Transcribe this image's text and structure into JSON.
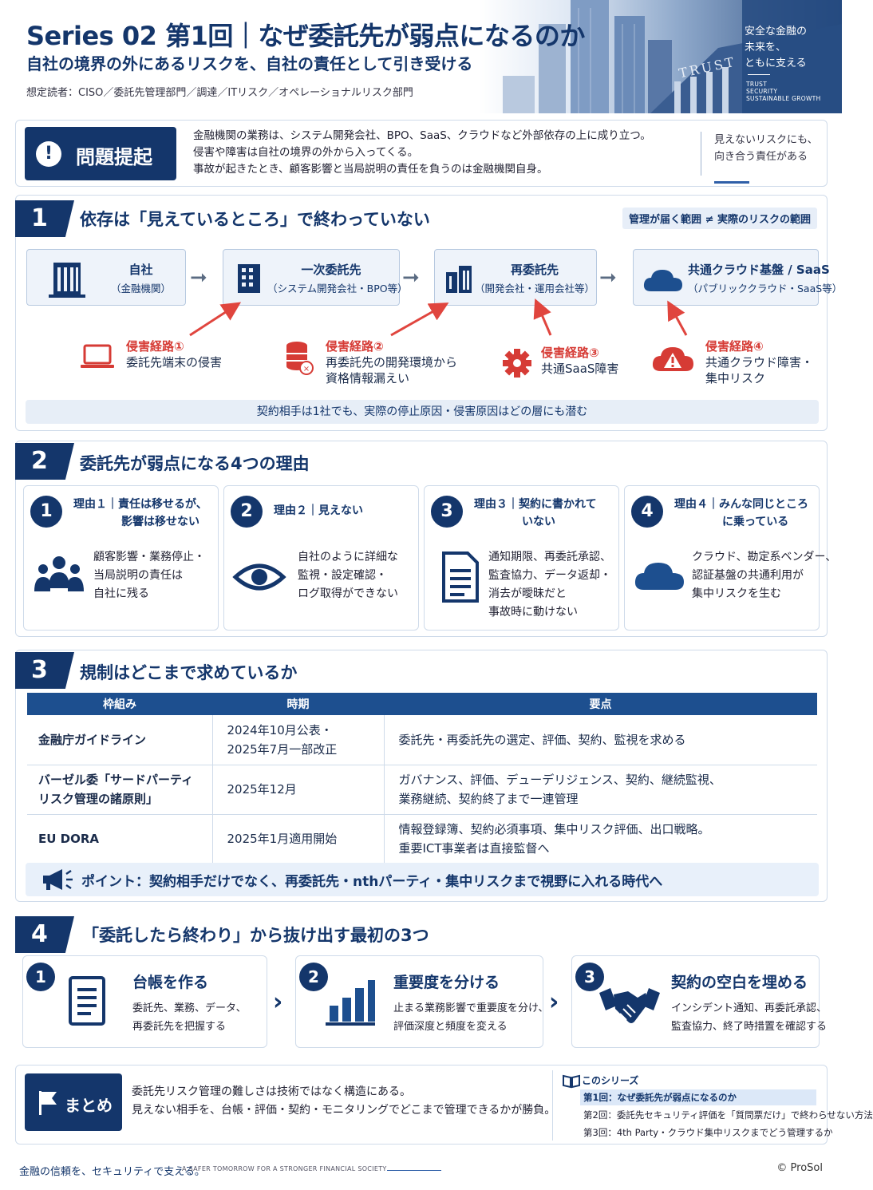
{
  "header": {
    "title": "Series 02 第1回｜なぜ委託先が弱点になるのか",
    "subtitle": "自社の境界の外にあるリスクを、自社の責任として引き受ける",
    "audience": "想定読者：CISO／委託先管理部門／調達／ITリスク／オペレーショナルリスク部門",
    "hero_tagline": [
      "安全な金融の",
      "未来を、",
      "ともに支える"
    ],
    "hero_small": [
      "TRUST",
      "SECURITY",
      "SUSTAINABLE GROWTH"
    ],
    "hero_building": "TRUST"
  },
  "problem": {
    "badge": "問題提起",
    "lines": [
      "金融機関の業務は、システム開発会社、BPO、SaaS、クラウドなど外部依存の上に成り立つ。",
      "侵害や障害は自社の境界の外から入ってくる。",
      "事故が起きたとき、顧客影響と当局説明の責任を負うのは金融機関自身。"
    ],
    "side": [
      "見えないリスクにも、",
      "向き合う責任がある"
    ]
  },
  "section1": {
    "num": "1",
    "title": "依存は「見えているところ」で終わっていない",
    "pill": "管理が届く範囲 ≠ 実際のリスクの範囲",
    "nodes": [
      {
        "title": "自社",
        "sub": "（金融機関）"
      },
      {
        "title": "一次委託先",
        "sub": "（システム開発会社・BPO等）"
      },
      {
        "title": "再委託先",
        "sub": "（開発会社・運用会社等）"
      },
      {
        "title": "共通クラウド基盤 / SaaS",
        "sub": "（パブリッククラウド・SaaS等）"
      }
    ],
    "routes": [
      {
        "label": "侵害経路①",
        "desc": [
          "委託先端末の侵害"
        ]
      },
      {
        "label": "侵害経路②",
        "desc": [
          "再委託先の開発環境から",
          "資格情報漏えい"
        ]
      },
      {
        "label": "侵害経路③",
        "desc": [
          "共通SaaS障害"
        ]
      },
      {
        "label": "侵害経路④",
        "desc": [
          "共通クラウド障害・",
          "集中リスク"
        ]
      }
    ],
    "band": "契約相手は1社でも、実際の停止原因・侵害原因はどの層にも潜む"
  },
  "section2": {
    "num": "2",
    "title": "委託先が弱点になる4つの理由",
    "cards": [
      {
        "num": "1",
        "head": [
          "理由１｜責任は移せるが、",
          "影響は移せない"
        ],
        "body": [
          "顧客影響・業務停止・",
          "当局説明の責任は",
          "自社に残る"
        ],
        "icon": "people-icon"
      },
      {
        "num": "2",
        "head": [
          "理由２｜見えない"
        ],
        "body": [
          "自社のように詳細な",
          "監視・設定確認・",
          "ログ取得ができない"
        ],
        "icon": "eye-icon"
      },
      {
        "num": "3",
        "head": [
          "理由３｜契約に書かれて",
          "いない"
        ],
        "body": [
          "通知期限、再委託承認、",
          "監査協力、データ返却・",
          "消去が曖昧だと",
          "事故時に動けない"
        ],
        "icon": "document-icon"
      },
      {
        "num": "4",
        "head": [
          "理由４｜みんな同じところ",
          "に乗っている"
        ],
        "body": [
          "クラウド、勘定系ベンダー、",
          "認証基盤の共通利用が",
          "集中リスクを生む"
        ],
        "icon": "cloud-icon"
      }
    ]
  },
  "section3": {
    "num": "3",
    "title": "規制はどこまで求めているか",
    "headers": [
      "枠組み",
      "時期",
      "要点"
    ],
    "rows": [
      {
        "name": [
          "金融庁ガイドライン"
        ],
        "period": [
          "2024年10月公表・",
          "2025年7月一部改正"
        ],
        "point": [
          "委託先・再委託先の選定、評価、契約、監視を求める"
        ]
      },
      {
        "name": [
          "バーゼル委「サードパーティ",
          "リスク管理の諸原則」"
        ],
        "period": [
          "2025年12月"
        ],
        "point": [
          "ガバナンス、評価、デューデリジェンス、契約、継続監視、",
          "業務継続、契約終了まで一連管理"
        ]
      },
      {
        "name": [
          "EU DORA"
        ],
        "period": [
          "2025年1月適用開始"
        ],
        "point": [
          "情報登録簿、契約必須事項、集中リスク評価、出口戦略。",
          "重要ICT事業者は直接監督へ"
        ]
      }
    ],
    "point": "ポイント：契約相手だけでなく、再委託先・nthパーティ・集中リスクまで視野に入れる時代へ"
  },
  "section4": {
    "num": "4",
    "title": "「委託したら終わり」から抜け出す最初の3つ",
    "steps": [
      {
        "num": "1",
        "head": "台帳を作る",
        "body": [
          "委託先、業務、データ、",
          "再委託先を把握する"
        ],
        "icon": "ledger-icon"
      },
      {
        "num": "2",
        "head": "重要度を分ける",
        "body": [
          "止まる業務影響で重要度を分け、",
          "評価深度と頻度を変える"
        ],
        "icon": "bar-chart-icon"
      },
      {
        "num": "3",
        "head": "契約の空白を埋める",
        "body": [
          "インシデント通知、再委託承認、",
          "監査協力、終了時措置を確認する"
        ],
        "icon": "handshake-icon"
      }
    ]
  },
  "summary": {
    "badge": "まとめ",
    "lines": [
      "委託先リスク管理の難しさは技術ではなく構造にある。",
      "見えない相手を、台帳・評価・契約・モニタリングでどこまで管理できるかが勝負。"
    ],
    "series_title": "このシリーズ",
    "series": [
      "第1回：なぜ委託先が弱点になるのか",
      "第2回：委託先セキュリティ評価を「質問票だけ」で終わらせない方法",
      "第3回：4th Party・クラウド集中リスクまでどう管理するか"
    ]
  },
  "footer": {
    "slogan": "金融の信頼を、セキュリティで支える。",
    "english": "A SAFER TOMORROW FOR A STRONGER FINANCIAL SOCIETY",
    "copyright": "© ProSol"
  },
  "colors": {
    "navy": "#14366b",
    "accent_red": "#d63b35",
    "light_blue": "#e7eef8"
  }
}
